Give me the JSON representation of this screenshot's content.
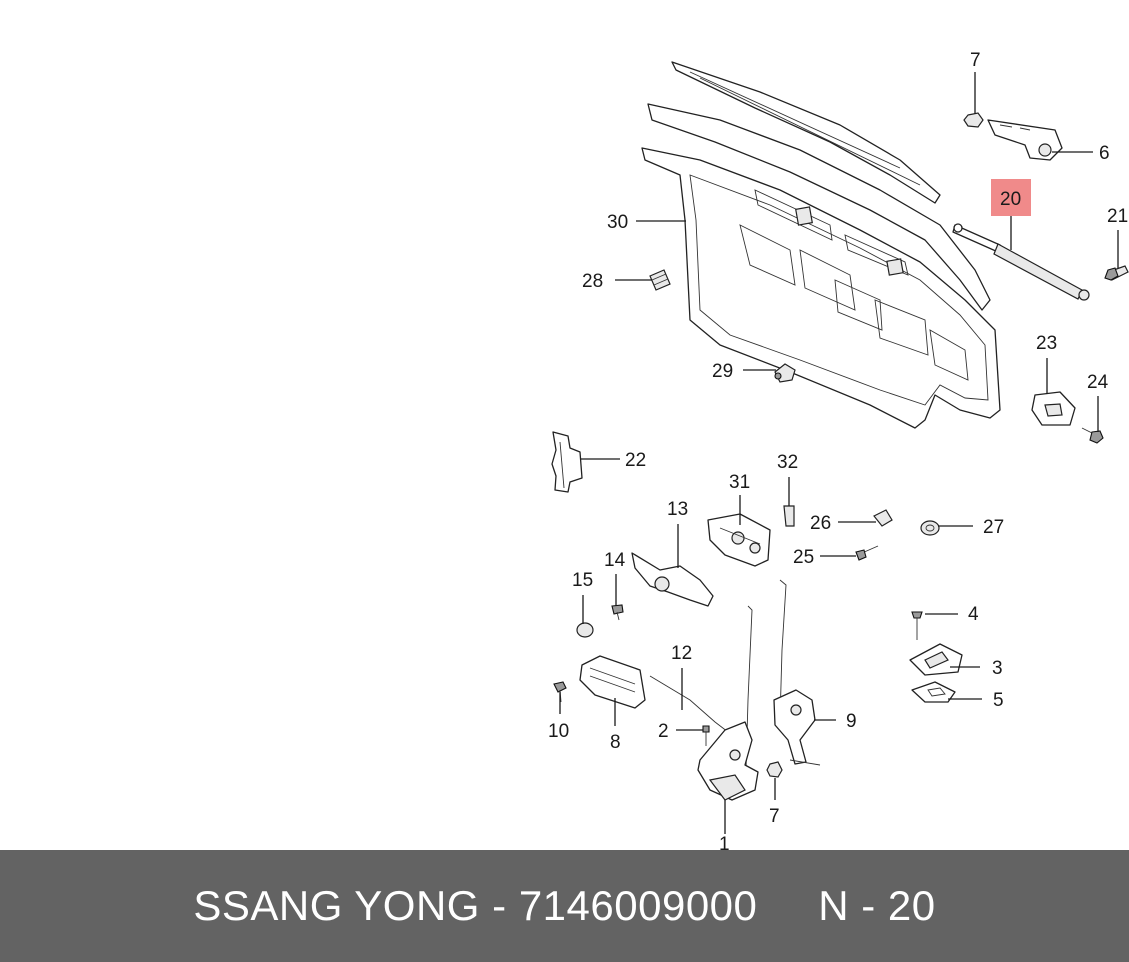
{
  "highlight_color": "#f08a8a",
  "footer": {
    "brand": "SSANG YONG",
    "separator": " - ",
    "part_number": "7146009000",
    "ref_prefix": "N - ",
    "ref_number": "20",
    "background": "#636363",
    "text_color": "#ffffff"
  },
  "callouts": {
    "c7a": "7",
    "c6": "6",
    "c20": "20",
    "c21": "21",
    "c30": "30",
    "c28": "28",
    "c29": "29",
    "c23": "23",
    "c24": "24",
    "c22": "22",
    "c32": "32",
    "c31": "31",
    "c13": "13",
    "c26": "26",
    "c27": "27",
    "c25": "25",
    "c14": "14",
    "c15": "15",
    "c4": "4",
    "c3": "3",
    "c5": "5",
    "c12": "12",
    "c9": "9",
    "c10": "10",
    "c8": "8",
    "c2": "2",
    "c7b": "7",
    "c1": "1"
  }
}
